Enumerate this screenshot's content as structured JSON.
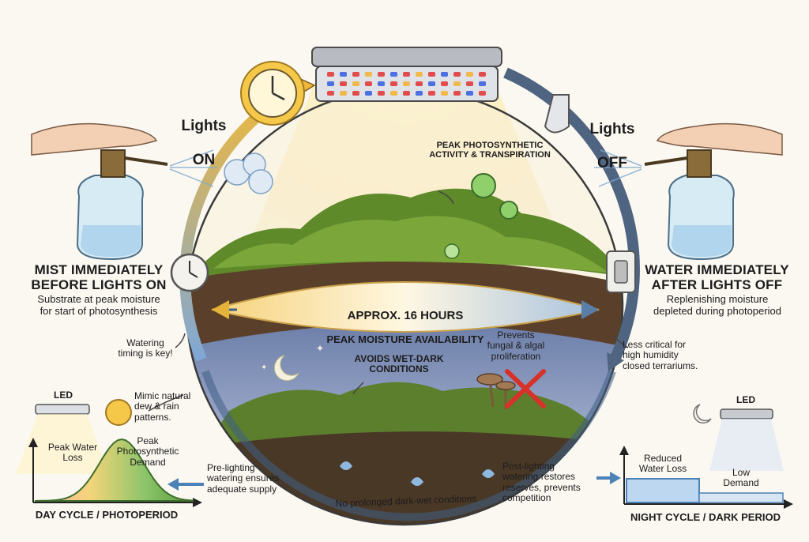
{
  "cycle": {
    "lights_on": {
      "line1": "Lights",
      "line2": "ON"
    },
    "lights_off": {
      "line1": "Lights",
      "line2": "OFF"
    },
    "center_band": {
      "line1": "APPROX. 16 HOURS",
      "line2": "PEAK MOISTURE AVAILABILITY"
    },
    "peak_activity": "PEAK PHOTOSYNTHETIC\nACTIVITY & TRANSPIRATION",
    "avoids": "AVOIDS WET-DARK\nCONDITIONS",
    "prevents": "Prevents\nfungal & algal\nproliferation",
    "no_prolonged": "No prolonged dark-wet conditions"
  },
  "left_panel": {
    "title": "MIST IMMEDIATELY\nBEFORE LIGHTS ON",
    "desc": "Substrate at peak moisture\nfor start of photosynthesis",
    "timing_note": "Watering\ntiming is key!",
    "mimic_note": "Mimic natural\ndew & rain\npatterns."
  },
  "right_panel": {
    "title": "WATER IMMEDIATELY\nAFTER LIGHTS OFF",
    "desc": "Replenishing moisture\ndepleted during photoperiod",
    "less_critical": "Less critical for\nhigh humidity\nclosed terrariums."
  },
  "day_chart": {
    "led_label": "LED",
    "peak_loss": "Peak Water\nLoss",
    "peak_demand": "Peak\nPhotosynthetic\nDemand",
    "note": "Pre-lighting\nwatering ensures\nadequate supply",
    "caption": "DAY CYCLE / PHOTOPERIOD"
  },
  "night_chart": {
    "led_label": "LED",
    "reduced": "Reduced\nWater Loss",
    "low": "Low\nDemand",
    "note": "Post-lighting\nwatering restores\nreserves, prevents\ncompetition",
    "caption": "NIGHT CYCLE / DARK PERIOD"
  },
  "colors": {
    "accent_blue": "#3f5f85",
    "accent_yellow": "#f0c040",
    "moss_green": "#5f8a2a",
    "soil_brown": "#5a3f2a"
  }
}
